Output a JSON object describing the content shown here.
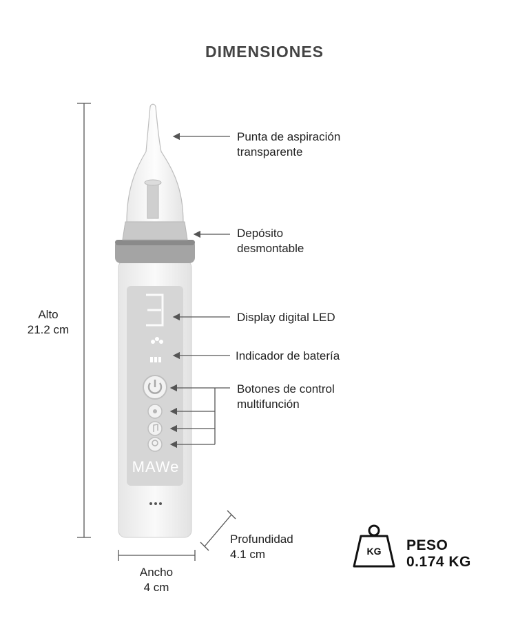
{
  "title": "DIMENSIONES",
  "device": {
    "brand": "MAWe",
    "display_digit": "3"
  },
  "labels": {
    "tip": [
      "Punta de aspiración",
      "transparente"
    ],
    "deposit": [
      "Depósito",
      "desmontable"
    ],
    "display": "Display digital LED",
    "battery": "Indicador de batería",
    "buttons": [
      "Botones de control",
      "multifunción"
    ]
  },
  "dimensions": {
    "height": {
      "label": "Alto",
      "value": "21.2 cm"
    },
    "width": {
      "label": "Ancho",
      "value": "4 cm"
    },
    "depth": {
      "label": "Profundidad",
      "value": "4.1 cm"
    }
  },
  "weight": {
    "icon_text": "KG",
    "label": "PESO",
    "value": "0.174 KG",
    "icon": "weight-icon"
  },
  "colors": {
    "arrow": "#555555",
    "body": "#f4f4f4",
    "panel": "#d6d6d6",
    "ring": "#9e9e9e"
  }
}
